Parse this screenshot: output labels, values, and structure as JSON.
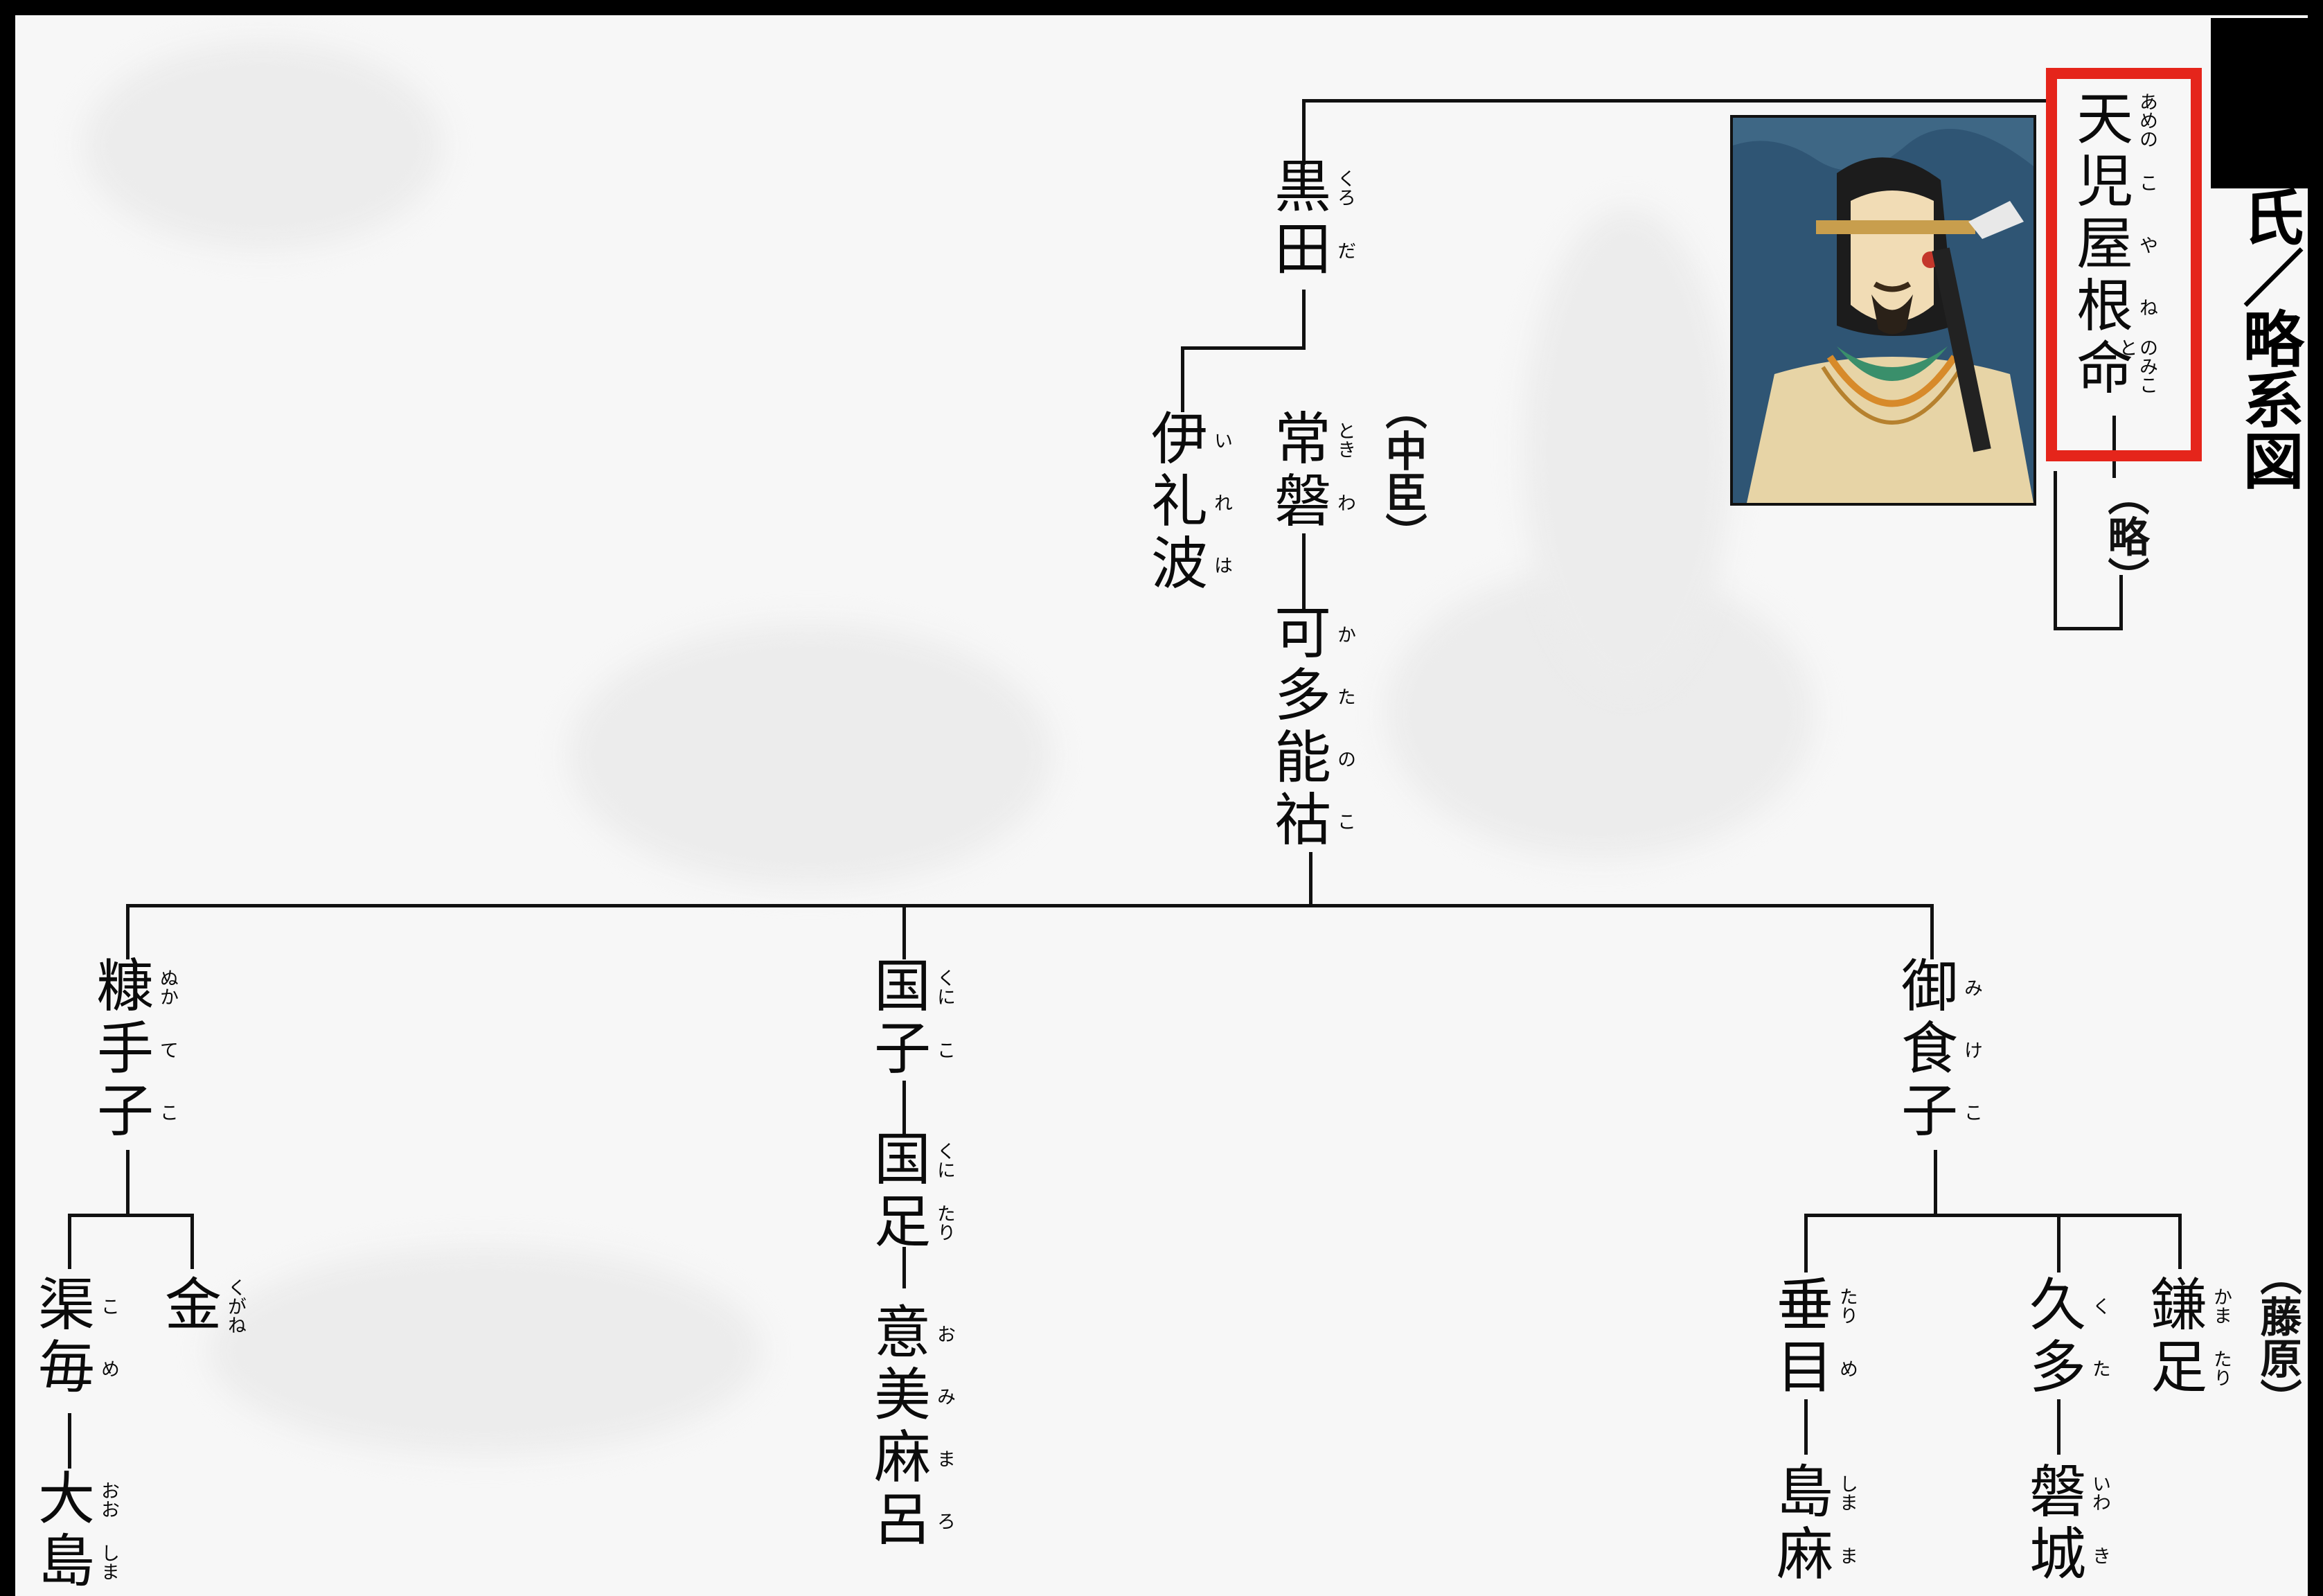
{
  "header": {
    "title_chars": [
      "氏",
      "／",
      "略",
      "系",
      "図"
    ]
  },
  "root": {
    "name": [
      "天",
      "児",
      "屋",
      "根",
      "命"
    ],
    "reading": [
      "あめの",
      "こ",
      "や",
      "ね",
      "のみこと"
    ],
    "omitted_note": "（略）",
    "highlight_color": "#e5251b"
  },
  "portrait_label": "",
  "members": {
    "kuroda": {
      "name": [
        "黒",
        "田"
      ],
      "reading": [
        "くろ",
        "だ"
      ]
    },
    "tokiwa": {
      "name": [
        "常",
        "磐"
      ],
      "reading": [
        "とき",
        "わ"
      ],
      "note": "（中臣）"
    },
    "ireha": {
      "name": [
        "伊",
        "礼",
        "波"
      ],
      "reading": [
        "い",
        "れ",
        "は"
      ]
    },
    "katanoko": {
      "name": [
        "可",
        "多",
        "能",
        "祜"
      ],
      "reading": [
        "か",
        "た",
        "の",
        "こ"
      ]
    },
    "nukateko": {
      "name": [
        "糠",
        "手",
        "子"
      ],
      "reading": [
        "ぬか",
        "て",
        "こ"
      ]
    },
    "kuniko": {
      "name": [
        "国",
        "子"
      ],
      "reading": [
        "くに",
        "こ"
      ]
    },
    "mikeko": {
      "name": [
        "御",
        "食",
        "子"
      ],
      "reading": [
        "み",
        "け",
        "こ"
      ]
    },
    "kunitari": {
      "name": [
        "国",
        "足"
      ],
      "reading": [
        "くに",
        "たり"
      ]
    },
    "omimaro": {
      "name": [
        "意",
        "美",
        "麻",
        "呂"
      ],
      "reading": [
        "お",
        "み",
        "ま",
        "ろ"
      ]
    },
    "kogome": {
      "name": [
        "渠",
        "毎"
      ],
      "reading": [
        "こ",
        "め"
      ]
    },
    "kane": {
      "name": [
        "金"
      ],
      "reading": [
        "くがね"
      ]
    },
    "oshima": {
      "name": [
        "大",
        "島"
      ],
      "reading": [
        "おお",
        "しま"
      ]
    },
    "tarime": {
      "name": [
        "垂",
        "目"
      ],
      "reading": [
        "たり",
        "め"
      ]
    },
    "shimamaro": {
      "name": [
        "島",
        "麻"
      ],
      "reading": [
        "しま",
        "ま"
      ]
    },
    "kuta": {
      "name": [
        "久",
        "多"
      ],
      "reading": [
        "く",
        "た"
      ]
    },
    "iwaki": {
      "name": [
        "磐",
        "城"
      ],
      "reading": [
        "いわ",
        "き"
      ]
    },
    "kamatari": {
      "name": [
        "鎌",
        "足"
      ],
      "reading": [
        "かま",
        "たり"
      ],
      "note": "（藤原）"
    }
  }
}
